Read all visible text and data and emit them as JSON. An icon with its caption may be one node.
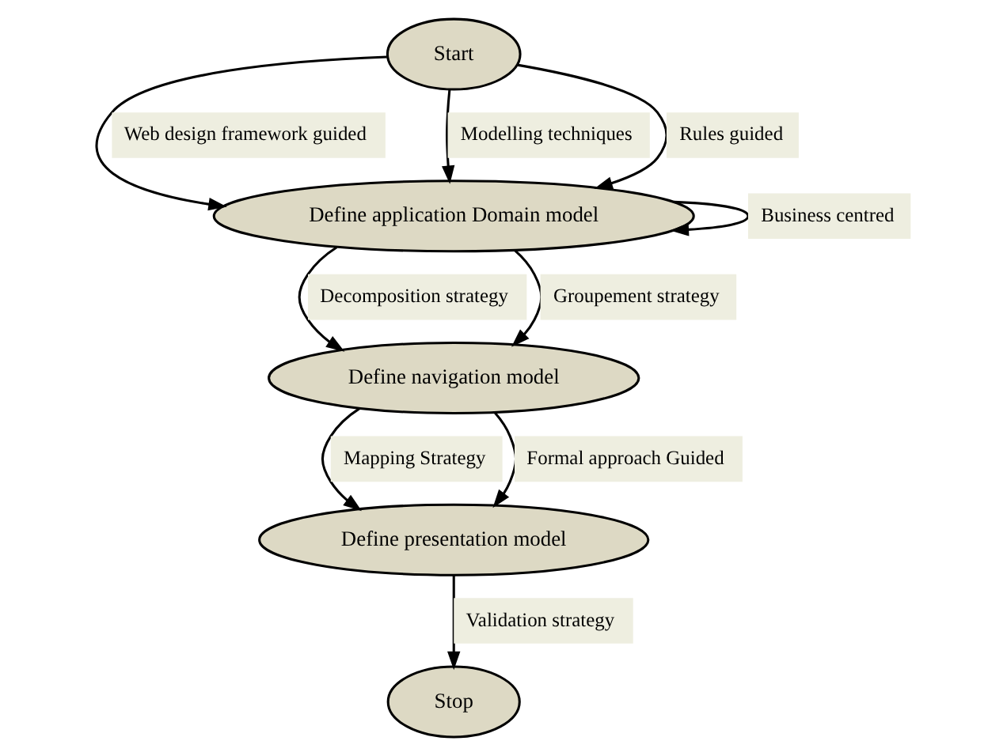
{
  "diagram": {
    "nodes": [
      {
        "text": [
          "Define application Domain model"
        ]
      },
      {
        "text": [
          "Start"
        ]
      },
      {
        "text": [
          "Define navigation model"
        ]
      },
      {
        "text": [
          "Stop"
        ]
      },
      {
        "text": [
          "Define presentation model"
        ]
      }
    ],
    "edges": [
      {
        "from": 1,
        "to": 0,
        "arrow": "to",
        "label": "Web design framework guided"
      },
      {
        "from": 1,
        "to": 0,
        "arrow": "to",
        "label": "Modelling techniques"
      },
      {
        "from": 1,
        "to": 0,
        "arrow": "to",
        "label": "Rules guided"
      },
      {
        "from": 0,
        "to": 0,
        "arrow": "to",
        "label": "Business centred"
      },
      {
        "from": 0,
        "to": 2,
        "arrow": "to",
        "label": "Decomposition strategy"
      },
      {
        "from": 0,
        "to": 2,
        "arrow": "to",
        "label": "Groupement strategy"
      },
      {
        "from": 2,
        "to": 4,
        "arrow": "to",
        "label": "Mapping Strategy"
      },
      {
        "from": 2,
        "to": 4,
        "arrow": "to",
        "label": "Formal approach Guided"
      },
      {
        "from": 4,
        "to": 3,
        "arrow": "to",
        "label": "Validation strategy"
      }
    ]
  }
}
